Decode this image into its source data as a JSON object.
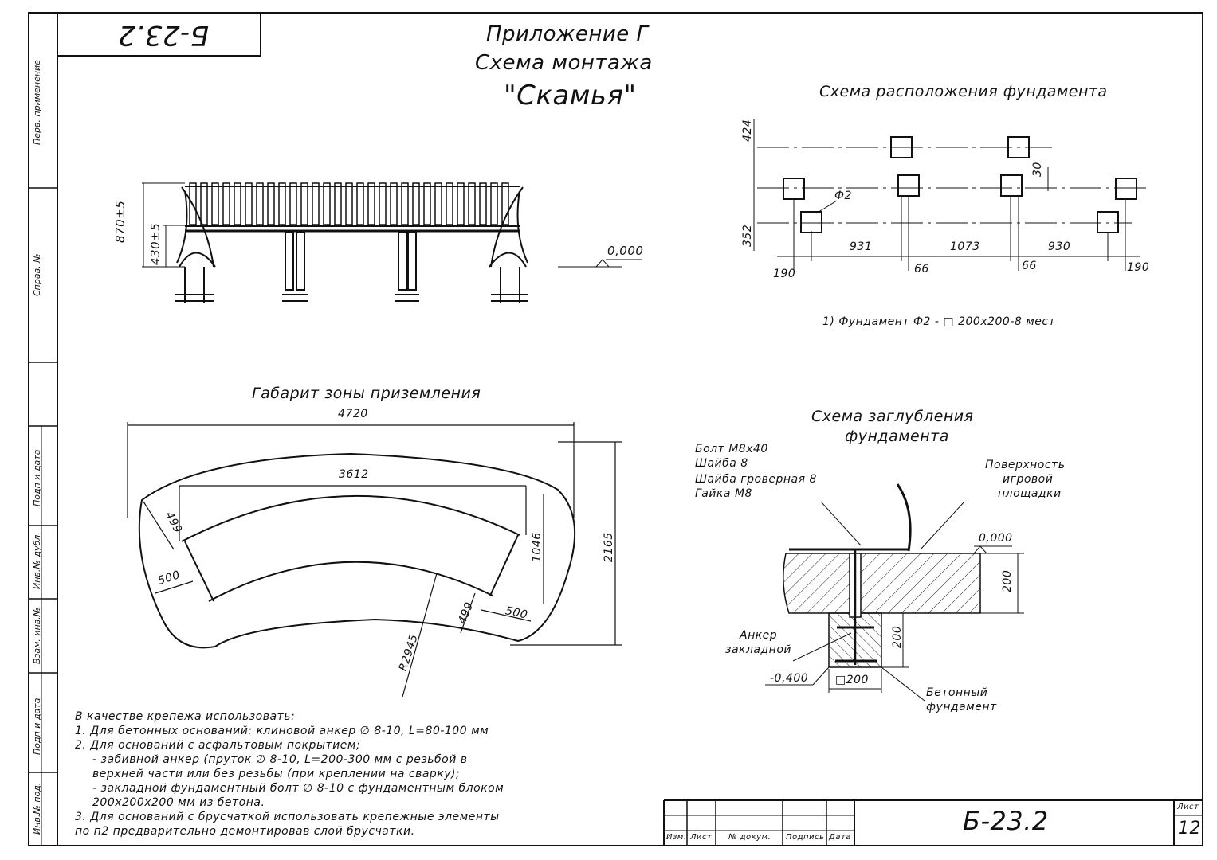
{
  "doc_code_rotated": "Б-23.2",
  "title": {
    "line1": "Приложение Г",
    "line2": "Схема монтажа",
    "line3": "\"Скамья\""
  },
  "side_labels": [
    "Перв. применение",
    "Справ. №",
    "Подп и дата",
    "Инв.№ дубл.",
    "Взам. инв.№",
    "Подп и дата",
    "Инв.№ под."
  ],
  "elevation": {
    "dim_total": "870±5",
    "dim_seat": "430±5",
    "level": "0,000"
  },
  "foundation_layout": {
    "title": "Схема расположения фундамента",
    "dims": {
      "top": "424",
      "bottom": "352",
      "offset": "30",
      "d1": "931",
      "d2": "1073",
      "d3": "930",
      "edge_left": "190",
      "edge_right": "190",
      "mid_left": "66",
      "mid_right": "66",
      "marker": "Ф2"
    },
    "note": "1) Фундамент Ф2 - □ 200х200-8 мест"
  },
  "landing_zone": {
    "title": "Габарит зоны приземления",
    "dims": {
      "width": "4720",
      "inner": "3612",
      "height": "2165",
      "depth": "1046",
      "left_gap": "499",
      "right_gap": "499",
      "left_offset": "500",
      "right_offset": "500",
      "radius": "R2945"
    }
  },
  "depth_scheme": {
    "title_line1": "Схема заглубления",
    "title_line2": "фундамента",
    "hardware": [
      "Болт М8х40",
      "Шайба 8",
      "Шайба гроверная 8",
      "Гайка М8"
    ],
    "surface": [
      "Поверхность",
      "игровой",
      "площадки"
    ],
    "level_top": "0,000",
    "dim_top": "200",
    "dim_block": "200",
    "anchor": [
      "Анкер",
      "закладной"
    ],
    "level_bottom": "-0,400",
    "block_size": "□200",
    "concrete": [
      "Бетонный",
      "фундамент"
    ]
  },
  "notes": [
    "В качестве крепежа использовать:",
    "1.    Для бетонных оснований: клиновой анкер  ∅ 8-10, L=80-100 мм",
    "2.    Для оснований с асфальтовым покрытием;",
    "   - забивной анкер (пруток  ∅ 8-10, L=200-300 мм с резьбой в",
    "   верхней части или без резьбы (при креплении на сварку);",
    "   - закладной фундаментный болт ∅ 8-10 с фундаментным блоком",
    "   200х200х200 мм из бетона.",
    "3.    Для оснований с брусчаткой использовать крепежные элементы",
    "по п2 предварительно демонтировав слой брусчатки."
  ],
  "title_block": {
    "cols": [
      "Изм.",
      "Лист",
      "№ докум.",
      "Подпись",
      "Дата"
    ],
    "code": "Б-23.2",
    "sheet_label": "Лист",
    "sheet_no": "12"
  }
}
